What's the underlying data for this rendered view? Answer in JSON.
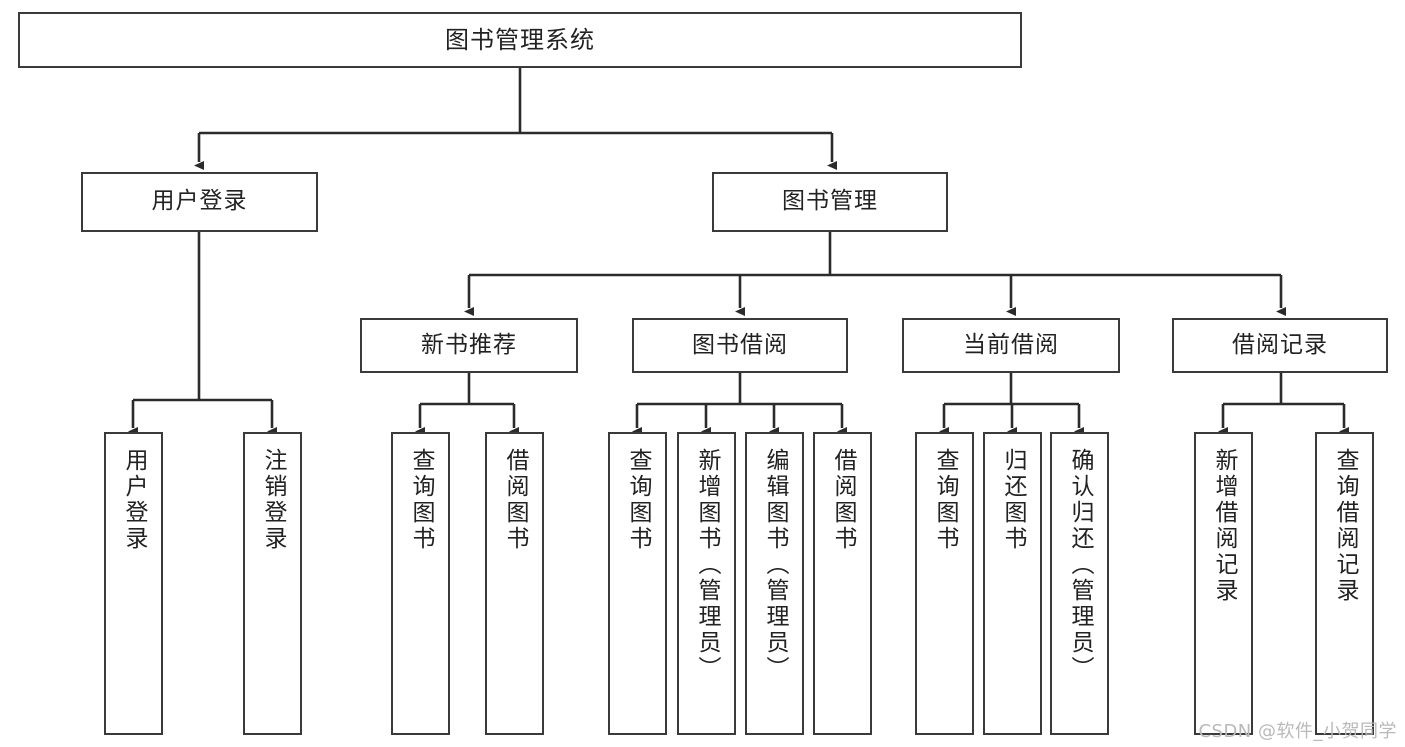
{
  "diagram": {
    "title": "图书管理系统",
    "type": "hierarchy-tree",
    "watermark": "CSDN @软件_小贺同学",
    "colors": {
      "background": "#ffffff",
      "box_border": "#3a3a3a",
      "box_fill": "#ffffff",
      "text": "#222222",
      "connector": "#2b2b2b",
      "watermark": "#b9b9b9"
    },
    "nodes": {
      "root": {
        "label": "图书管理系统",
        "orientation": "horizontal"
      },
      "level2": [
        {
          "label": "用户登录",
          "orientation": "horizontal"
        },
        {
          "label": "图书管理",
          "orientation": "horizontal"
        }
      ],
      "level3": [
        {
          "label": "新书推荐",
          "orientation": "horizontal"
        },
        {
          "label": "图书借阅",
          "orientation": "horizontal"
        },
        {
          "label": "当前借阅",
          "orientation": "horizontal"
        },
        {
          "label": "借阅记录",
          "orientation": "horizontal"
        }
      ],
      "leaves_user_login": [
        {
          "label": "用户登录",
          "orientation": "vertical"
        },
        {
          "label": "注销登录",
          "orientation": "vertical"
        }
      ],
      "leaves_new_book": [
        {
          "label": "查询图书",
          "orientation": "vertical"
        },
        {
          "label": "借阅图书",
          "orientation": "vertical"
        }
      ],
      "leaves_borrow_book": [
        {
          "label": "查询图书",
          "orientation": "vertical"
        },
        {
          "label": "新增图书（管理员）",
          "orientation": "vertical"
        },
        {
          "label": "编辑图书（管理员）",
          "orientation": "vertical"
        },
        {
          "label": "借阅图书",
          "orientation": "vertical"
        }
      ],
      "leaves_current_borrow": [
        {
          "label": "查询图书",
          "orientation": "vertical"
        },
        {
          "label": "归还图书",
          "orientation": "vertical"
        },
        {
          "label": "确认归还（管理员）",
          "orientation": "vertical"
        }
      ],
      "leaves_borrow_record": [
        {
          "label": "新增借阅记录",
          "orientation": "vertical"
        },
        {
          "label": "查询借阅记录",
          "orientation": "vertical"
        }
      ]
    }
  }
}
